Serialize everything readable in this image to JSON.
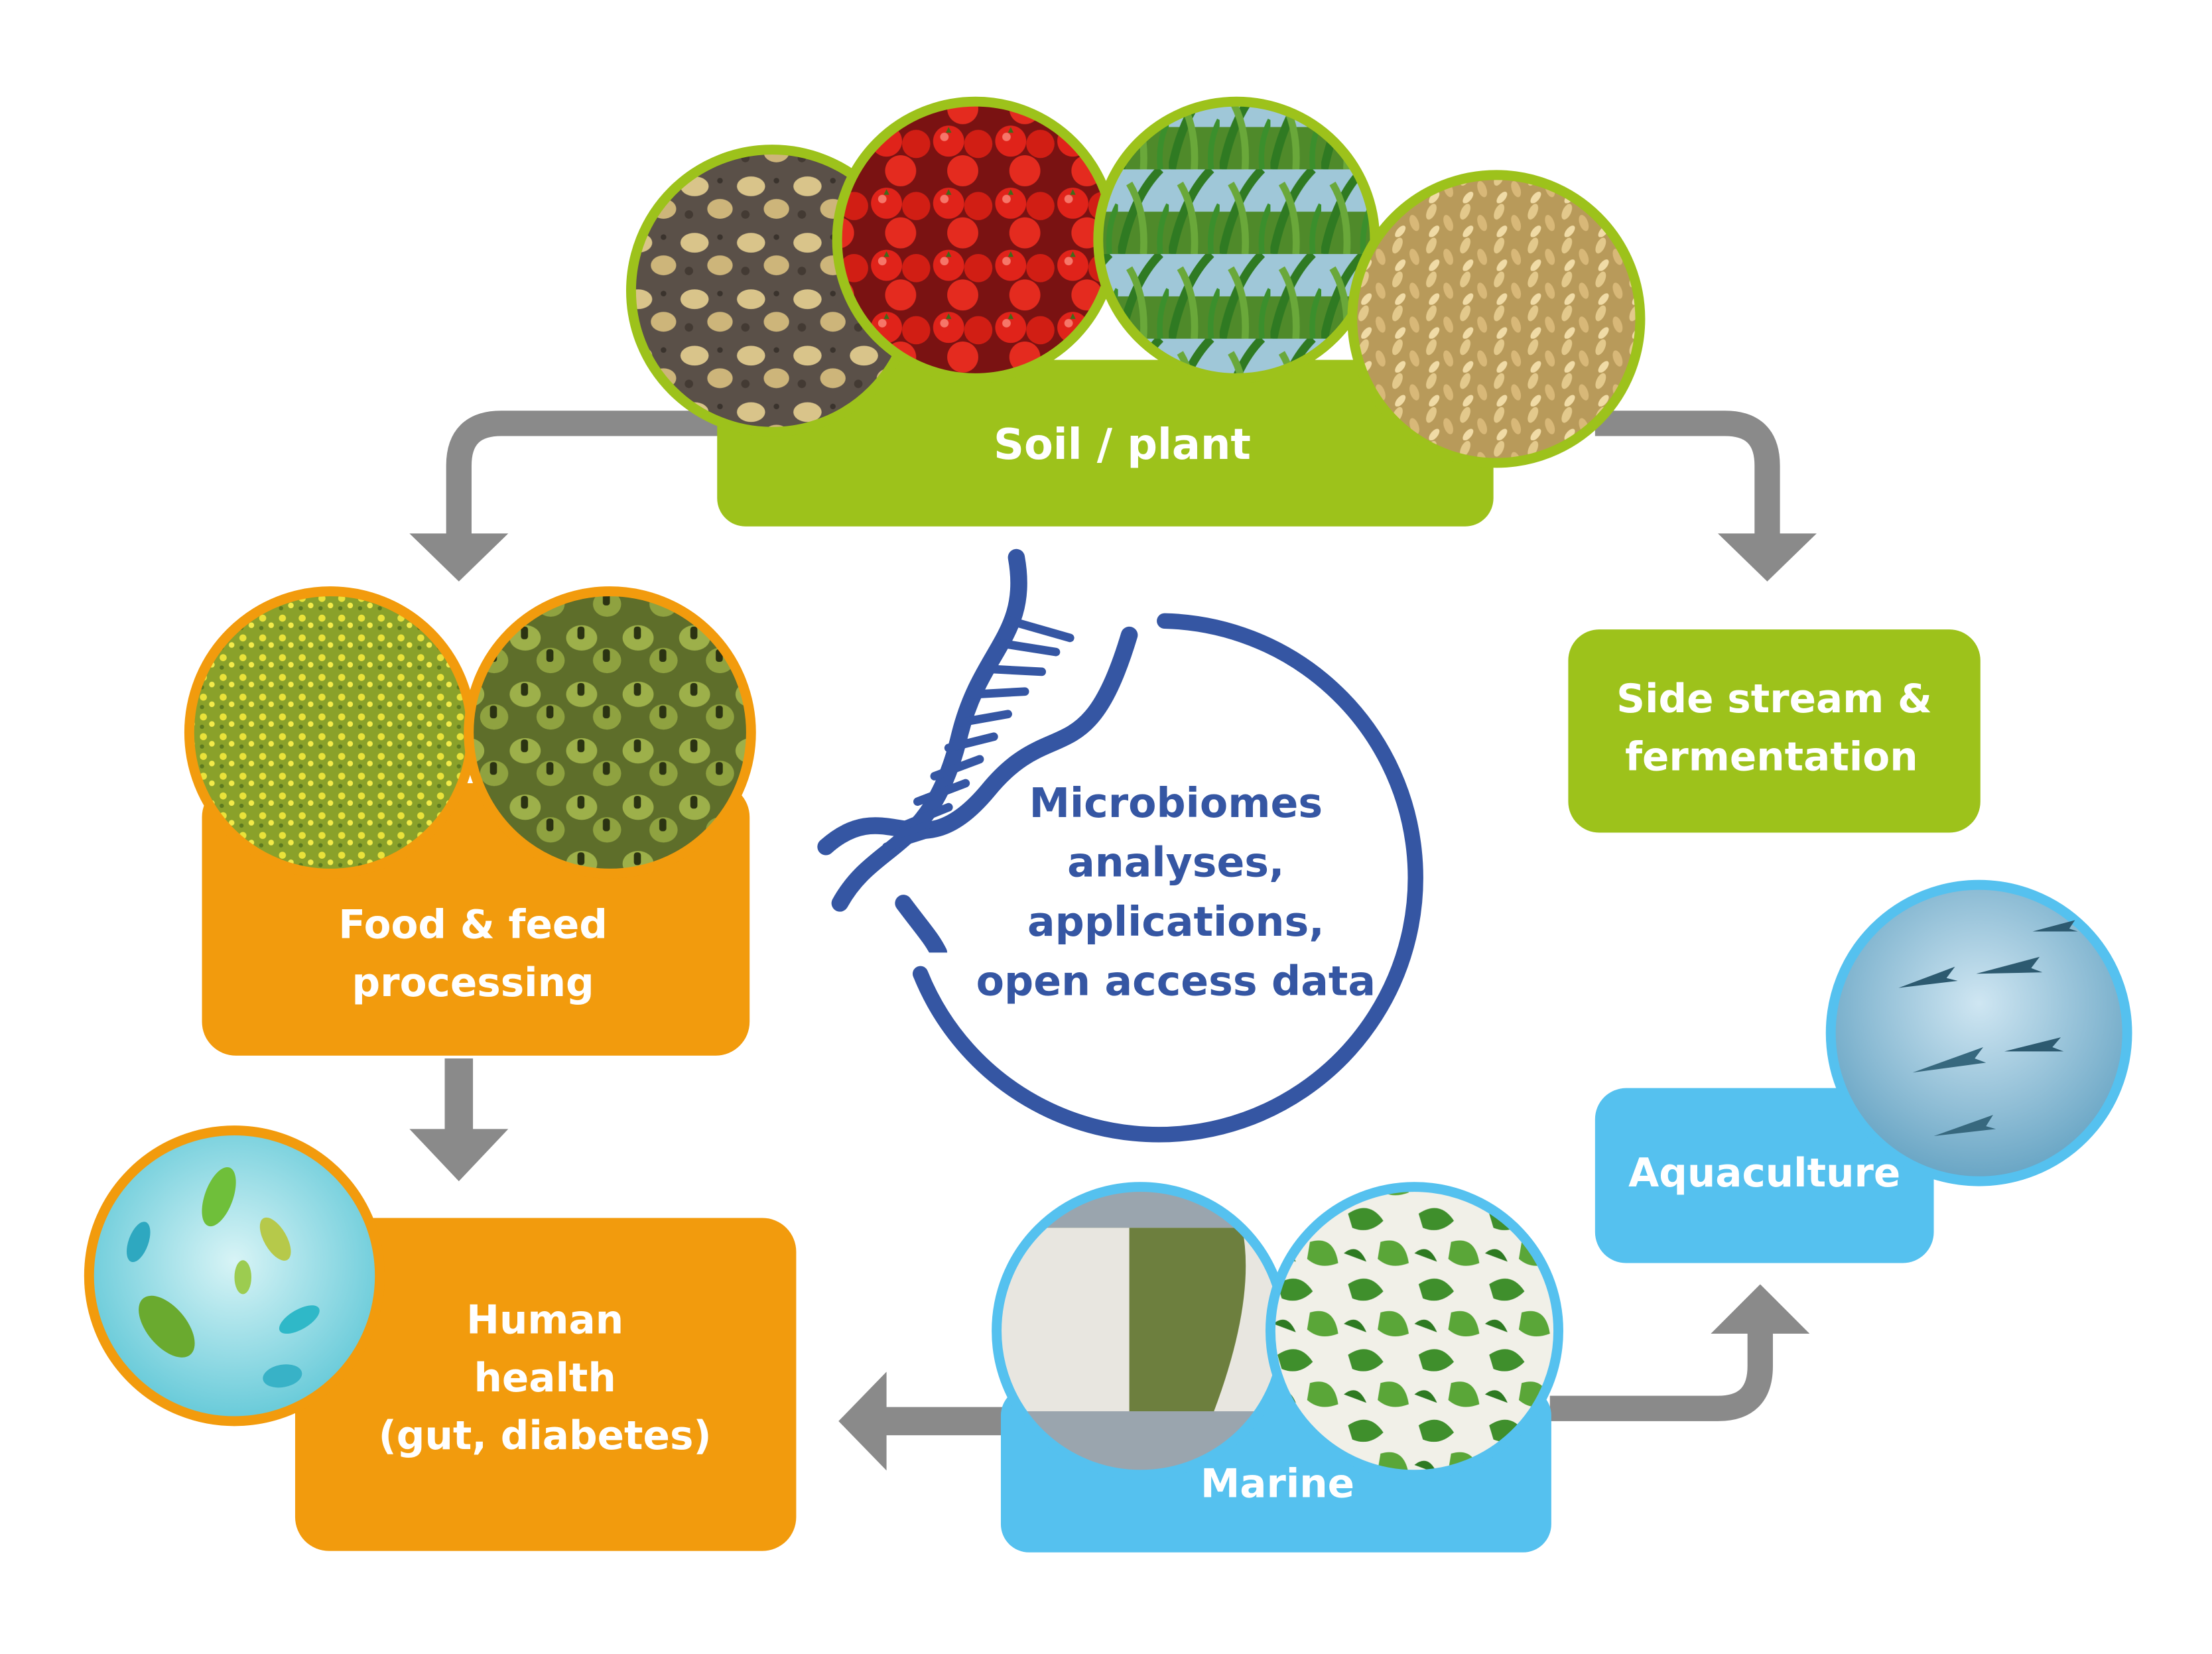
{
  "colors": {
    "green": "#9dc21b",
    "orange": "#f29b0d",
    "light_blue": "#55c1ef",
    "dark_blue": "#3556a3",
    "arrow_gray": "#8a8a8a"
  },
  "nodes": {
    "soil_plant": {
      "label": "Soil / plant",
      "photos": [
        "potatoes-photo",
        "tomatoes-photo",
        "maize-photo",
        "oats-photo"
      ]
    },
    "side_stream": {
      "label_lines": [
        "Side stream &",
        "fermentation"
      ]
    },
    "food_feed": {
      "label_lines": [
        "Food & feed",
        "processing"
      ],
      "photos": [
        "rapeseed-field-photo",
        "faba-beans-photo"
      ]
    },
    "human_health": {
      "label_lines": [
        "Human",
        "health",
        "(gut, diabetes)"
      ],
      "photos": [
        "microbes-photo"
      ]
    },
    "marine": {
      "label": "Marine",
      "photos": [
        "coastline-photo",
        "seaweed-photo"
      ]
    },
    "aquaculture": {
      "label": "Aquaculture",
      "photos": [
        "fish-photo"
      ]
    }
  },
  "center": {
    "label_lines": [
      "Microbiomes",
      "analyses,",
      "applications,",
      "open access data"
    ],
    "icon": "dna-icon"
  }
}
